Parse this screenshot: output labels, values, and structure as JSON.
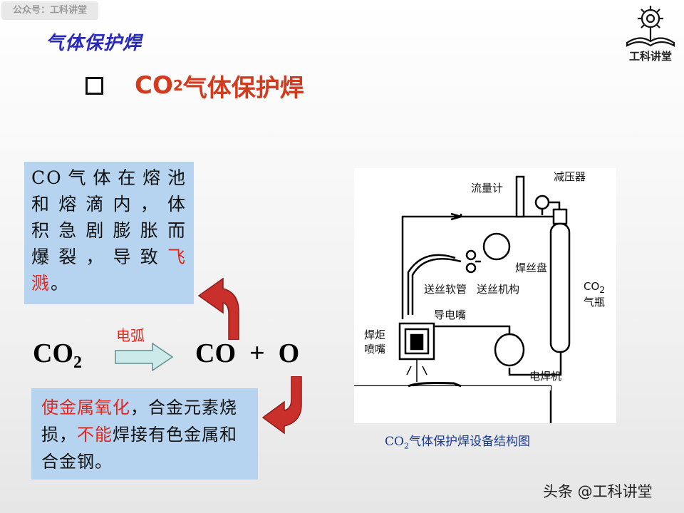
{
  "watermark": "公众号：工科讲堂",
  "category": "气体保护焊",
  "heading": {
    "co": "CO",
    "sub": "2",
    "text": "气体保护焊"
  },
  "logo_text": "工科讲堂",
  "box1": {
    "line1": "CO气体在熔池",
    "line2": "和熔滴内，体",
    "line3": "积急剧膨胀而",
    "line4a": "爆裂，导致",
    "line4b": "飞",
    "line5a": "溅",
    "line5b": "。"
  },
  "box2": {
    "part1": "使金属氧化",
    "part2": "，合金元素烧损，",
    "part3": "不能",
    "part4": "焊接有色金属和合金钢。"
  },
  "equation": {
    "left": "CO",
    "left_sub": "2",
    "arc_label": "电弧",
    "right": "CO  +  O"
  },
  "diagram": {
    "labels": {
      "flowmeter": "流量计",
      "regulator": "减压器",
      "wire_reel": "焊丝盘",
      "hose": "送丝软管",
      "feeder": "送丝机构",
      "contact_tip": "导电嘴",
      "nozzle_1": "焊炬",
      "nozzle_2": "喷嘴",
      "cylinder_co": "CO",
      "cylinder_sub": "2",
      "cylinder_2": "气瓶",
      "welder": "电焊机"
    }
  },
  "caption": {
    "co": "CO",
    "sub": "2",
    "text": "气体保护焊设备结构图"
  },
  "footer": "头条 @工科讲堂",
  "colors": {
    "accent_red": "#e0281e",
    "category_blue": "#2a2ab8",
    "box_fill": "#b6d4ef",
    "curved_arrow": "#c9302c",
    "block_arrow": "#cdeaea"
  }
}
